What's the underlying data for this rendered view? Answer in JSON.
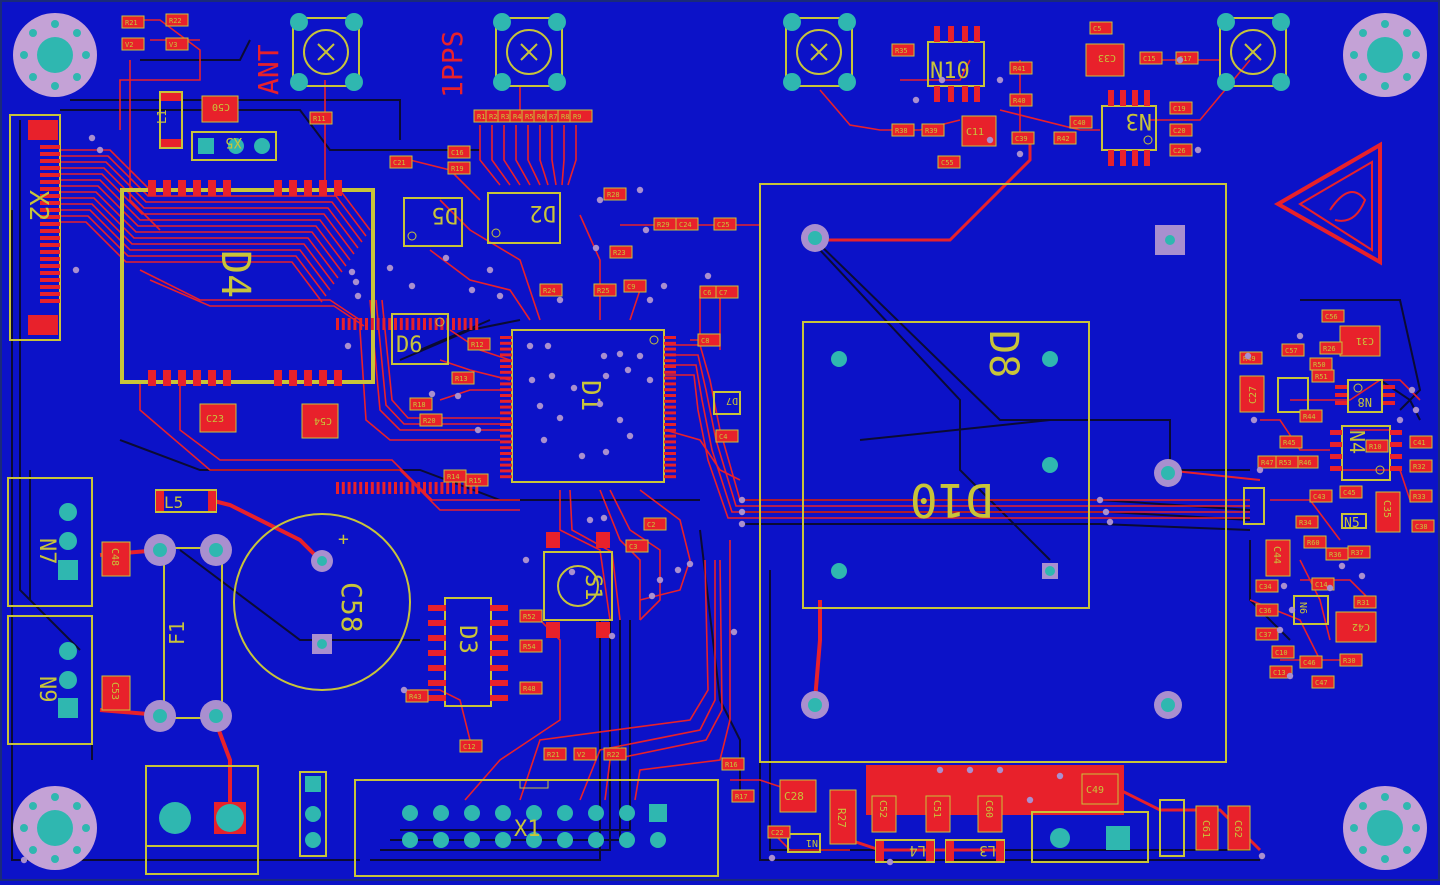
{
  "colors": {
    "board": "#0c12c8",
    "copper_top": "#e8212b",
    "copper_bottom": "#0b0b33",
    "silk": "#c8c43a",
    "pad": "#2fb7b0",
    "via": "#a98fcf",
    "mount_ring": "#c4a2d6"
  },
  "silk_text": {
    "ant": "ANT",
    "pps": "1PPS",
    "x2": "X2",
    "d4": "D4",
    "d5": "D5",
    "d2": "D2",
    "d6": "D6",
    "d1": "D1",
    "d3": "D3",
    "d8": "D8",
    "d10": "D10",
    "n10": "N10",
    "n3": "N3",
    "n4": "N4",
    "n5": "N5",
    "n7": "N7",
    "n9": "N9",
    "l5": "L5",
    "f1": "F1",
    "c58": "C58",
    "s1": "S1",
    "x1": "X1",
    "x5": "X5",
    "n6": "N6",
    "c35": "C35",
    "c42": "C42",
    "c31": "C31",
    "c44": "C44",
    "c27": "C27",
    "c23": "C23",
    "c54": "C54",
    "c50": "C50",
    "c33": "C33",
    "c11": "C11",
    "c48": "C48",
    "c53": "C53",
    "c28": "C28",
    "c52": "C52",
    "c51": "C51",
    "c60": "C60",
    "c49": "C49",
    "c61": "C61",
    "c62": "C62",
    "l1": "L1",
    "l3": "L3",
    "l4": "L4",
    "r27": "R27",
    "n1": "N1",
    "n8": "N8",
    "d7": "D7",
    "plus": "+"
  },
  "small_refs": [
    "R21",
    "V2",
    "R22",
    "V3",
    "R11",
    "R1",
    "R2",
    "R3",
    "R4",
    "R5",
    "R6",
    "R7",
    "R8",
    "R9",
    "C21",
    "C16",
    "R19",
    "R28",
    "R29",
    "R23",
    "R18",
    "R20",
    "R12",
    "R13",
    "R14",
    "R15",
    "R24",
    "R25",
    "C2",
    "C3",
    "C4",
    "C5",
    "C15",
    "C17",
    "C19",
    "C20",
    "C26",
    "C40",
    "R42",
    "R35",
    "R38",
    "R39",
    "R41",
    "R40",
    "C39",
    "C55",
    "C56",
    "C57",
    "R49",
    "R50",
    "R51",
    "R44",
    "R45",
    "R46",
    "R47",
    "R53",
    "C43",
    "C45",
    "C41",
    "R32",
    "R33",
    "R34",
    "R36",
    "R37",
    "C34",
    "C36",
    "C37",
    "C46",
    "C47",
    "R30",
    "R31",
    "C10",
    "C13",
    "C14",
    "R60",
    "C38",
    "R26",
    "R10",
    "R16",
    "R17",
    "C22",
    "C24",
    "C25",
    "C6",
    "C7",
    "C8",
    "C9",
    "C12",
    "R52",
    "R54",
    "R48",
    "R43"
  ]
}
